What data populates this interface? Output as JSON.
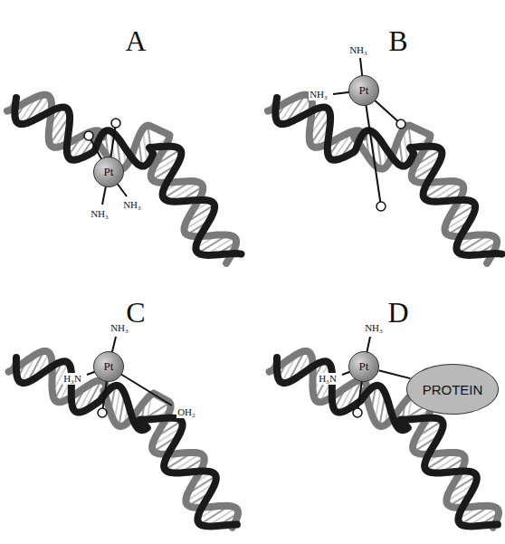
{
  "diagram": {
    "nodes": [
      {
        "text": [
          "Pt"
        ]
      },
      {
        "text": [
          "Pt"
        ]
      },
      {
        "text": [
          "Pt"
        ]
      },
      {
        "text": [
          "Pt"
        ]
      },
      {
        "text": [
          "PROTEIN"
        ]
      }
    ],
    "edges": [
      {
        "from": 3,
        "to": 4,
        "arrow": "none"
      }
    ],
    "labels": [
      "A",
      "B",
      "C",
      "D",
      "NH₃",
      "NH₃",
      "NH₃",
      "NH₃",
      "H₃N",
      "NH₃",
      "OH₂",
      "H₃N",
      "NH₃"
    ]
  }
}
